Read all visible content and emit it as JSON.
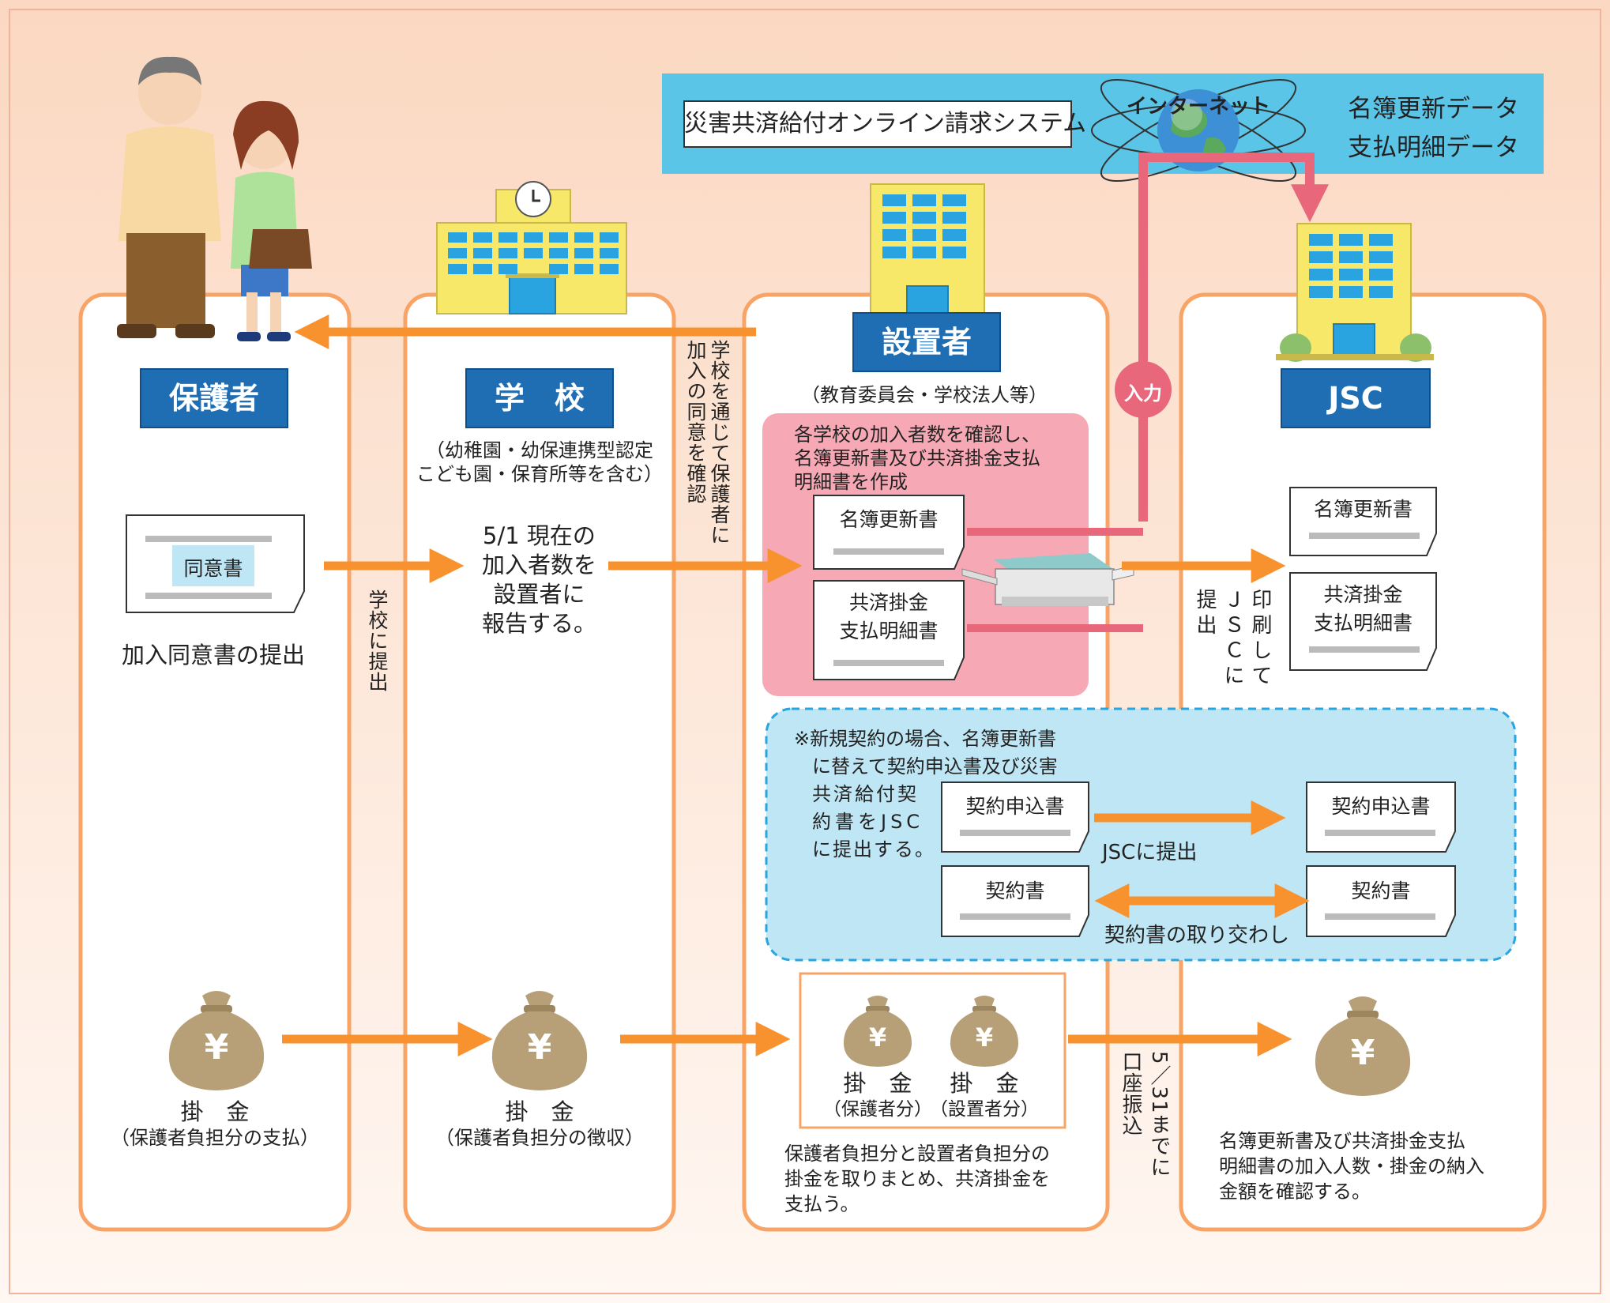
{
  "banner": {
    "system_label": "災害共済給付オンライン請求システム",
    "internet_label": "インターネット",
    "data_line1": "名簿更新データ",
    "data_line2": "支払明細データ"
  },
  "columns": {
    "guardian": {
      "title": "保護者"
    },
    "school": {
      "title": "学　校",
      "sub_line1": "（幼稚園・幼保連携型認定",
      "sub_line2": "こども園・保育所等を含む）"
    },
    "establisher": {
      "title": "設置者",
      "sub": "（教育委員会・学校法人等）"
    },
    "jsc": {
      "title": "JSC"
    }
  },
  "flow": {
    "consent_doc": "同意書",
    "consent_submit": "加入同意書の提出",
    "submit_to_school": "学校に提出",
    "report_line1": "5/1 現在の",
    "report_line2": "加入者数を",
    "report_line3": "設置者に",
    "report_line4": "報告する。",
    "confirm_via_school": "学校を通じて保護者に\n加入の同意を確認",
    "create_line1": "各学校の加入者数を確認し、",
    "create_line2": "名簿更新書及び共済掛金支払",
    "create_line3": "明細書を作成",
    "roster_doc": "名簿更新書",
    "payment_doc": "共済掛金\n支払明細書",
    "input_label": "入力",
    "print_submit": "印刷して\nＪＳＣに\n提出"
  },
  "new_contract": {
    "note_line1": "※新規契約の場合、名簿更新書",
    "note_line2": "に替えて契約申込書及び災害",
    "note_line3": "共済給付契",
    "note_line4": "約書をJSC",
    "note_line5": "に提出する。",
    "application_doc": "契約申込書",
    "contract_doc": "契約書",
    "submit_jsc": "JSCに提出",
    "exchange": "契約書の取り交わし"
  },
  "money": {
    "yen_symbol": "¥",
    "guardian_title": "掛　金",
    "guardian_sub": "（保護者負担分の支払）",
    "school_title": "掛　金",
    "school_sub": "（保護者負担分の徴収）",
    "est_title_a": "掛　金",
    "est_sub_a": "（保護者分）",
    "est_title_b": "掛　金",
    "est_sub_b": "（設置者分）",
    "est_desc_line1": "保護者負担分と設置者負担分の",
    "est_desc_line2": "掛金を取りまとめ、共済掛金を",
    "est_desc_line3": "支払う。",
    "deadline": "5／31までに\n口座振込",
    "jsc_desc_line1": "名簿更新書及び共済掛金支払",
    "jsc_desc_line2": "明細書の加入人数・掛金の納入",
    "jsc_desc_line3": "金額を確認する。"
  },
  "colors": {
    "orange": "#f7922e",
    "pink": "#e9677a",
    "blue_header": "#1f6db3",
    "sky": "#5bc5e8",
    "building_yellow": "#f7e86a",
    "window_blue": "#2aa4e0",
    "money_bag": "#b7a078"
  }
}
